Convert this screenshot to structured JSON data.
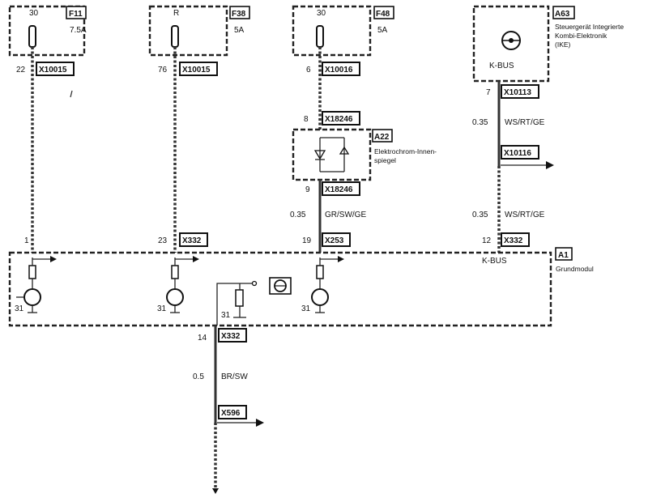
{
  "fuses": [
    {
      "id": "F11",
      "rating": "7.5A",
      "supply": "30",
      "pin": "22",
      "connector": "X10015"
    },
    {
      "id": "F38",
      "rating": "5A",
      "supply": "R",
      "pin": "76",
      "connector": "X10015"
    },
    {
      "id": "F48",
      "rating": "5A",
      "supply": "30",
      "pin": "6",
      "connector": "X10016"
    }
  ],
  "ike": {
    "id": "A63",
    "line1": "Steuergerät Integrierte",
    "line2": "Kombi-Elektronik",
    "line3": "(IKE)",
    "bus": "K-BUS",
    "pin_top": "7",
    "connector_top": "X10113",
    "wire_size_top": "0.35",
    "wire_color_top": "WS/RT/GE",
    "connector_split": "X10116",
    "wire_size_bottom": "0.35",
    "wire_color_bottom": "WS/RT/GE",
    "pin_bottom": "12",
    "connector_bottom": "X332"
  },
  "mirror": {
    "id": "A22",
    "line1": "Elektrochrom-Innen-",
    "line2": "spiegel",
    "pin_in": "8",
    "connector_in": "X18246",
    "pin_out": "9",
    "connector_out": "X18246",
    "wire_size": "0.35",
    "wire_color": "GR/SW/GE",
    "pin_module": "19",
    "connector_module": "X253"
  },
  "module": {
    "id": "A1",
    "name": "Grundmodul",
    "bus": "K-BUS",
    "pin1": "1",
    "pin23": "23",
    "connector23": "X332",
    "ground_labels": [
      "31",
      "31",
      "31",
      "31"
    ]
  },
  "output": {
    "pin": "14",
    "connector": "X332",
    "wire_size": "0.5",
    "wire_color": "BR/SW",
    "connector_end": "X596"
  }
}
